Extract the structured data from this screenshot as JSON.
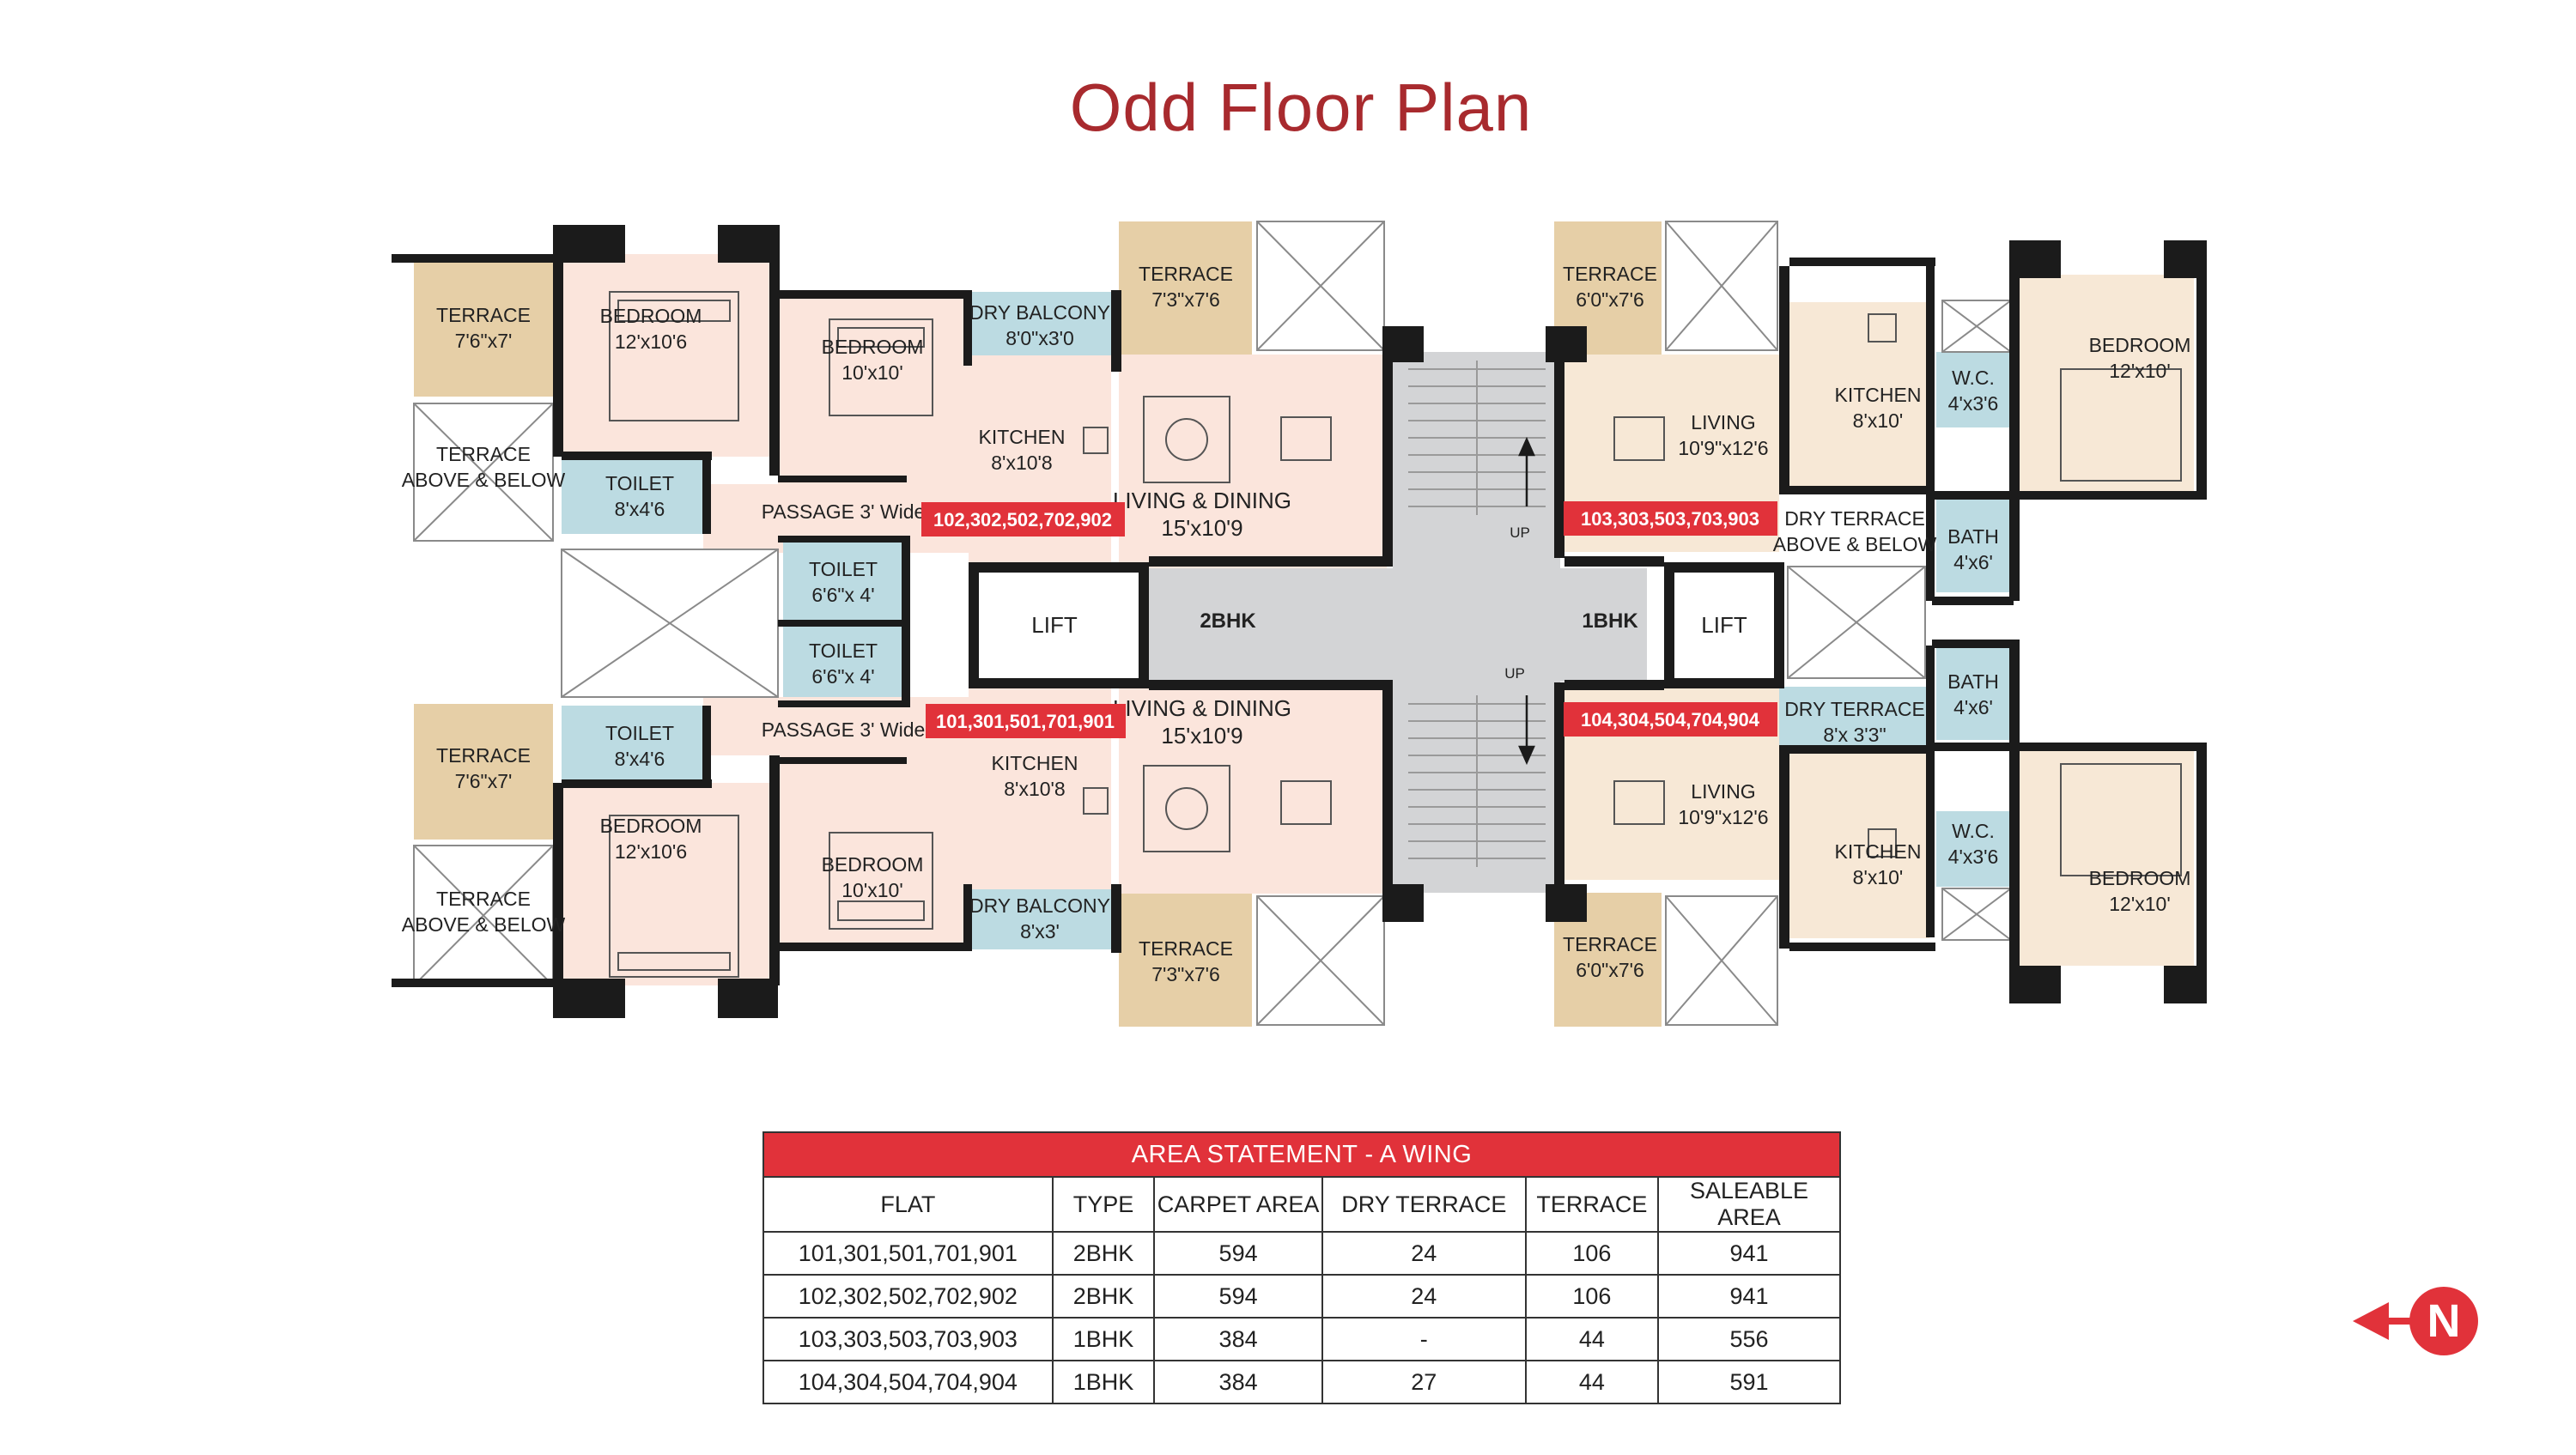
{
  "title": "Odd Floor Plan",
  "plan": {
    "rooms": {
      "t_terrace_left": [
        "TERRACE",
        "7'6\"x7'"
      ],
      "t_terrace_above": [
        "TERRACE",
        "ABOVE & BELOW"
      ],
      "t_bedroom_a": [
        "BEDROOM",
        "12'x10'6"
      ],
      "t_toilet_a": [
        "TOILET",
        "8'x4'6"
      ],
      "t_bedroom_b": [
        "BEDROOM",
        "10'x10'"
      ],
      "t_dry_balcony": [
        "DRY BALCONY",
        "8'0\"x3'0"
      ],
      "t_kitchen": [
        "KITCHEN",
        "8'x10'8"
      ],
      "t_terrace_mid": [
        "TERRACE",
        "7'3\"x7'6"
      ],
      "t_living_dining": [
        "LIVING & DINING",
        "15'x10'9"
      ],
      "t_passage": [
        "PASSAGE 3' Wide"
      ],
      "toilet_mid_1": [
        "TOILET",
        "6'6\"x 4'"
      ],
      "toilet_mid_2": [
        "TOILET",
        "6'6\"x 4'"
      ],
      "lift_left": [
        "LIFT"
      ],
      "label_2bhk": [
        "2BHK"
      ],
      "label_1bhk": [
        "1BHK"
      ],
      "lift_right": [
        "LIFT"
      ],
      "b_terrace_left": [
        "TERRACE",
        "7'6\"x7'"
      ],
      "b_terrace_above": [
        "TERRACE",
        "ABOVE & BELOW"
      ],
      "b_toilet_a": [
        "TOILET",
        "8'x4'6"
      ],
      "b_bedroom_a": [
        "BEDROOM",
        "12'x10'6"
      ],
      "b_bedroom_b": [
        "BEDROOM",
        "10'x10'"
      ],
      "b_passage": [
        "PASSAGE 3' Wide"
      ],
      "b_kitchen": [
        "KITCHEN",
        "8'x10'8"
      ],
      "b_living_dining": [
        "LIVING & DINING",
        "15'x10'9"
      ],
      "b_dry_balcony": [
        "DRY BALCONY",
        "8'x3'"
      ],
      "b_terrace_mid": [
        "TERRACE",
        "7'3\"x7'6"
      ],
      "r_t_terrace": [
        "TERRACE",
        "6'0\"x7'6"
      ],
      "r_t_living": [
        "LIVING",
        "10'9\"x12'6"
      ],
      "r_t_kitchen": [
        "KITCHEN",
        "8'x10'"
      ],
      "r_t_wc": [
        "W.C.",
        "4'x3'6"
      ],
      "r_t_bedroom": [
        "BEDROOM",
        "12'x10'"
      ],
      "r_dry_terrace_top": [
        "DRY TERRACE",
        "ABOVE & BELOW"
      ],
      "r_bath_top": [
        "BATH",
        "4'x6'"
      ],
      "r_bath_bottom": [
        "BATH",
        "4'x6'"
      ],
      "r_dry_terrace_bottom": [
        "DRY TERRACE",
        "8'x 3'3\""
      ],
      "r_b_living": [
        "LIVING",
        "10'9\"x12'6"
      ],
      "r_b_kitchen": [
        "KITCHEN",
        "8'x10'"
      ],
      "r_b_wc": [
        "W.C.",
        "4'x3'6"
      ],
      "r_b_bedroom": [
        "BEDROOM",
        "12'x10'"
      ],
      "r_b_terrace": [
        "TERRACE",
        "6'0\"x7'6"
      ],
      "up_top": [
        "UP"
      ],
      "up_bottom": [
        "UP"
      ]
    },
    "flat_tags": {
      "tag_102": "102,302,502,702,902",
      "tag_101": "101,301,501,701,901",
      "tag_103": "103,303,503,703,903",
      "tag_104": "104,304,504,704,904"
    }
  },
  "area_statement": {
    "title": "AREA STATEMENT - A WING",
    "columns": [
      "FLAT",
      "TYPE",
      "CARPET AREA",
      "DRY TERRACE",
      "TERRACE",
      "SALEABLE AREA"
    ],
    "rows": [
      [
        "101,301,501,701,901",
        "2BHK",
        "594",
        "24",
        "106",
        "941"
      ],
      [
        "102,302,502,702,902",
        "2BHK",
        "594",
        "24",
        "106",
        "941"
      ],
      [
        "103,303,503,703,903",
        "1BHK",
        "384",
        "-",
        "44",
        "556"
      ],
      [
        "104,304,504,704,904",
        "1BHK",
        "384",
        "27",
        "44",
        "591"
      ]
    ]
  },
  "north_icon": "north-arrow-icon",
  "colors": {
    "title": "#a82a2e",
    "flat_tag": "#e1323a",
    "two_bhk_fill": "#fbe5dc",
    "one_bhk_fill": "#f7e8d6",
    "terrace_fill": "#e6cfa7",
    "wet_area_fill": "#bcdbe2",
    "core_fill": "#d3d4d6",
    "wall": "#1b1b1b"
  }
}
